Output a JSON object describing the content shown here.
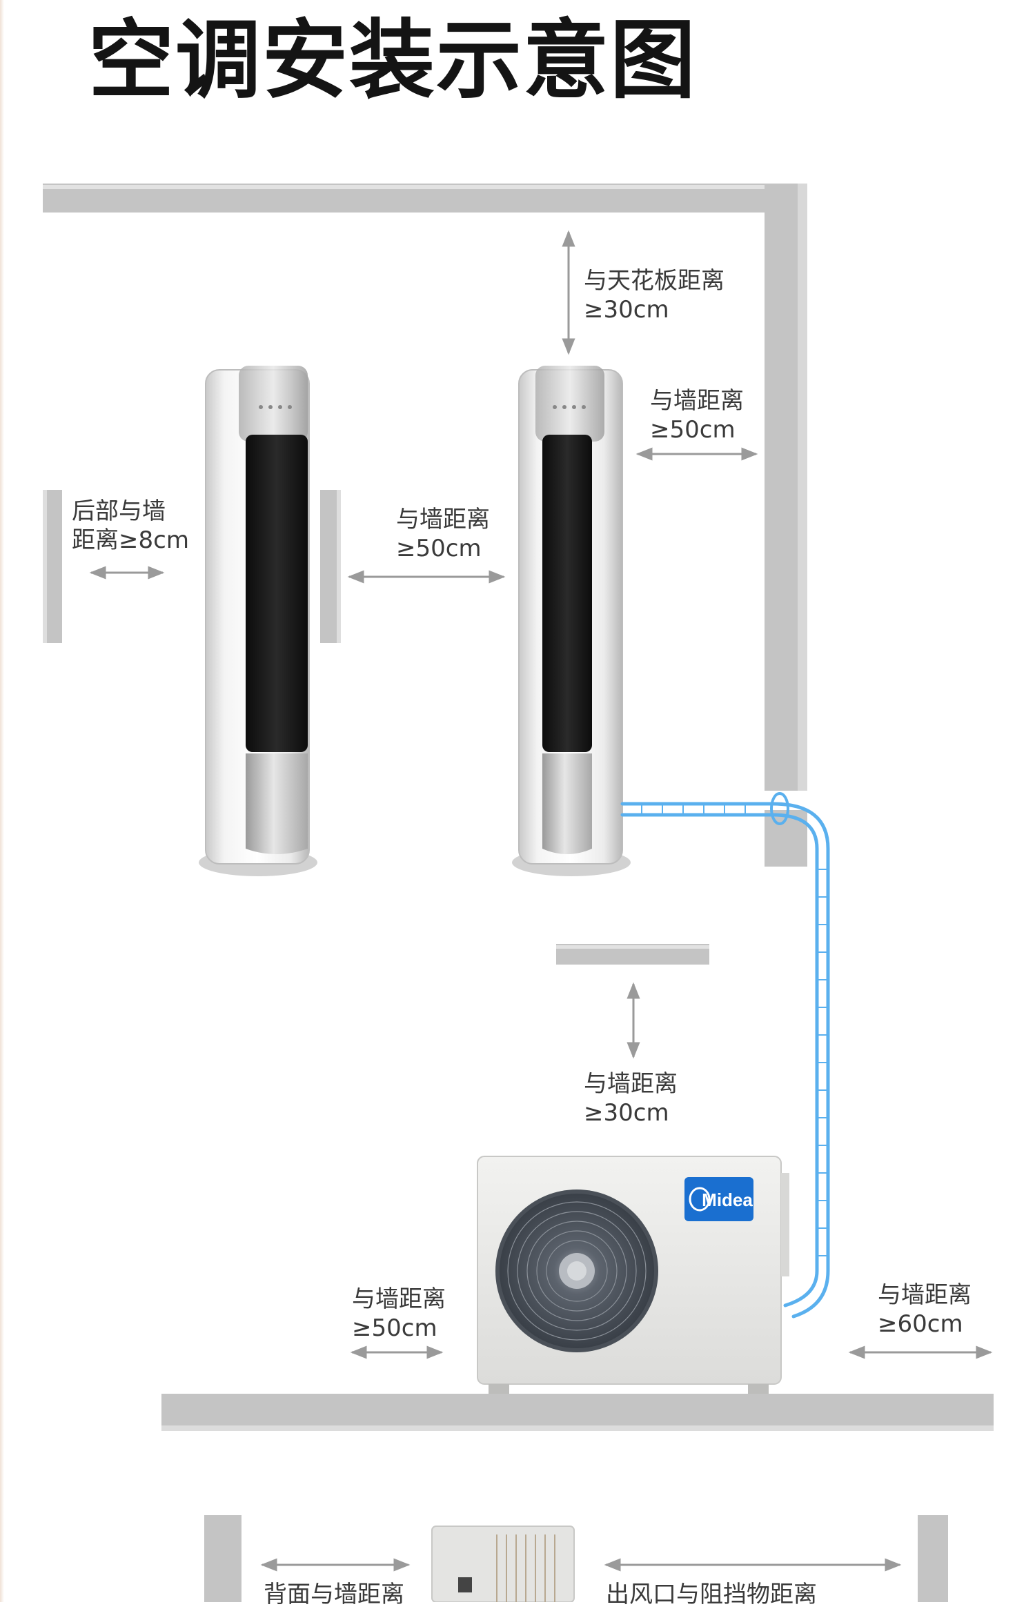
{
  "title": "空调安装示意图",
  "labels": {
    "ceiling": {
      "line1": "与天花板距离",
      "line2": "≥30cm"
    },
    "side_wall_right": {
      "line1": "与墙距离",
      "line2": "≥50cm"
    },
    "rear_wall": {
      "line1": "后部与墙",
      "line2": "距离≥8cm"
    },
    "between_wall": {
      "line1": "与墙距离",
      "line2": "≥50cm"
    },
    "outdoor_top": {
      "line1": "与墙距离",
      "line2": "≥30cm"
    },
    "outdoor_left": {
      "line1": "与墙距离",
      "line2": "≥50cm"
    },
    "outdoor_right": {
      "line1": "与墙距离",
      "line2": "≥60cm"
    },
    "bottom_left_partial": "背面与墙距离",
    "bottom_right_partial": "出风口与阻挡物距离"
  },
  "brand_logo_text": "Midea",
  "colors": {
    "wall": "#c4c4c4",
    "pipe": "#5ab0ee",
    "arrow": "#9a9a9a",
    "logo": "#1a6fd0"
  }
}
